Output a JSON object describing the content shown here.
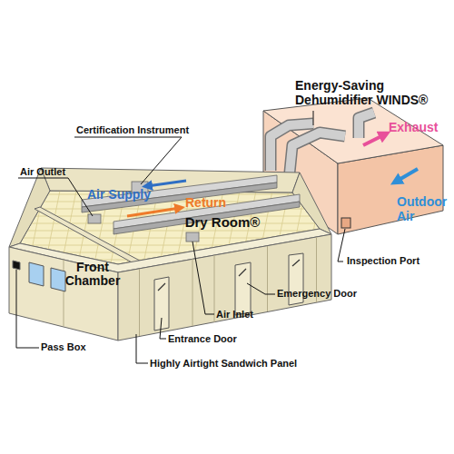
{
  "diagram": {
    "nodes": [
      {
        "text": [
          "Dry Room®"
        ]
      },
      {
        "text": [
          "Front Chamber"
        ]
      }
    ],
    "labels": [
      "Energy-Saving Dehumidifier WINDS®",
      "Exhaust",
      "Certification Instrument",
      "Air Outlet",
      "Air Supply",
      "Return",
      "Outdoor Air",
      "Inspection Port",
      "Emergency Door",
      "Air Inlet",
      "Pass Box",
      "Entrance Door",
      "Highly Airtight Sandwich Panel"
    ]
  }
}
